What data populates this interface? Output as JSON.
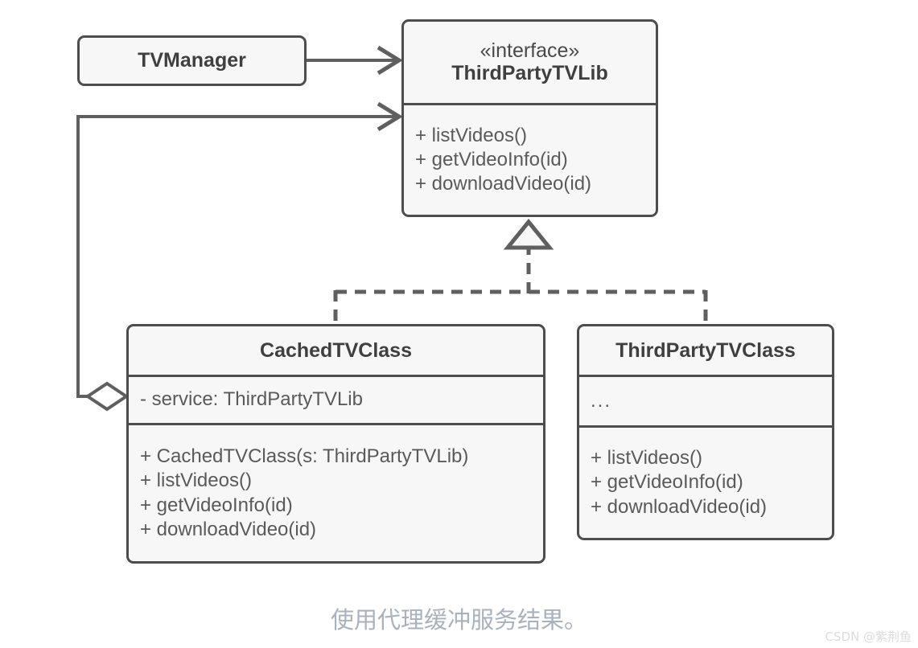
{
  "diagram": {
    "type": "uml-class-diagram",
    "caption": "使用代理缓冲服务结果。",
    "watermark": "CSDN @紫荆鱼",
    "colors": {
      "border": "#4d4d4d",
      "fill": "#f7f7f7",
      "title_text": "#3f3f3f",
      "member_text": "#5a5a5a",
      "edge": "#5f5f5f",
      "caption_text": "#a9b2bb",
      "watermark_text": "#dcdcdc",
      "background": "#ffffff"
    },
    "nodes": {
      "tv_manager": {
        "name": "TVManager",
        "stereotype": ""
      },
      "third_party_tv_lib": {
        "stereotype": "«interface»",
        "name": "ThirdPartyTVLib",
        "methods": [
          "+ listVideos()",
          "+ getVideoInfo(id)",
          "+ downloadVideo(id)"
        ]
      },
      "cached_tv_class": {
        "name": "CachedTVClass",
        "attributes": [
          "- service: ThirdPartyTVLib"
        ],
        "methods": [
          "+ CachedTVClass(s: ThirdPartyTVLib)",
          "+ listVideos()",
          "+ getVideoInfo(id)",
          "+ downloadVideo(id)"
        ]
      },
      "third_party_tv_class": {
        "name": "ThirdPartyTVClass",
        "attributes": [
          "..."
        ],
        "methods": [
          "+ listVideos()",
          "+ getVideoInfo(id)",
          "+ downloadVideo(id)"
        ]
      }
    },
    "edges": [
      {
        "id": "tvmanager-uses-interface",
        "kind": "association",
        "arrowhead": "open-arrow",
        "from": "tv_manager",
        "to": "third_party_tv_lib",
        "style": "solid"
      },
      {
        "id": "cachedtvclass-aggregates-interface",
        "kind": "aggregation",
        "arrowhead": "open-arrow",
        "tail": "open-diamond",
        "from": "cached_tv_class",
        "to": "third_party_tv_lib",
        "style": "solid"
      },
      {
        "id": "cachedtvclass-realizes-interface",
        "kind": "realization",
        "arrowhead": "hollow-triangle",
        "from": "cached_tv_class",
        "to": "third_party_tv_lib",
        "style": "dashed"
      },
      {
        "id": "thirdpartytvclass-realizes-interface",
        "kind": "realization",
        "arrowhead": "hollow-triangle",
        "from": "third_party_tv_class",
        "to": "third_party_tv_lib",
        "style": "dashed"
      }
    ]
  }
}
